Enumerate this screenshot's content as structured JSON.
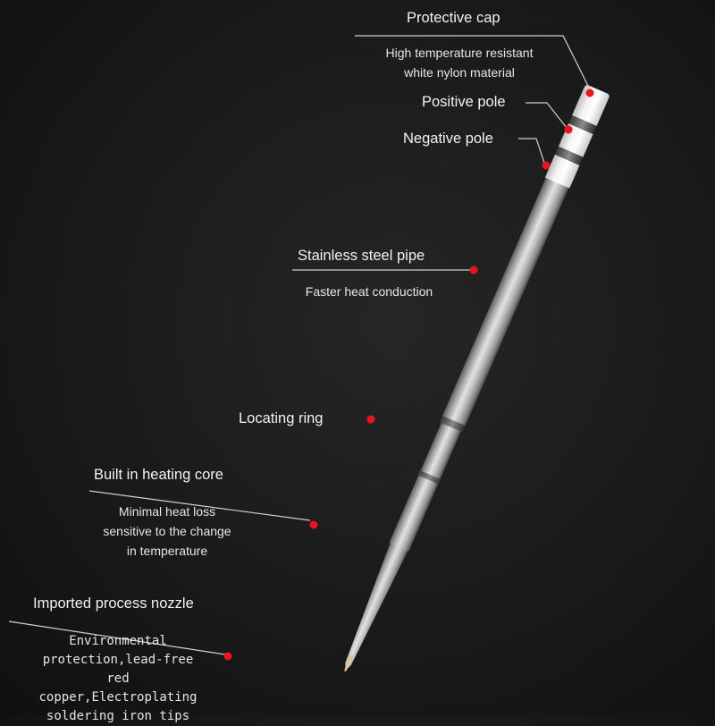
{
  "colors": {
    "background": "#1a1a1a",
    "marker": "#e8161c",
    "leader_line": "#cfcfcf",
    "cap": "#f4f4f4",
    "steel": "#c8c8c8"
  },
  "labels": {
    "protective_cap": {
      "title": "Protective cap",
      "desc": "High temperature resistant\nwhite nylon material"
    },
    "positive_pole": {
      "title": "Positive pole"
    },
    "negative_pole": {
      "title": "Negative pole"
    },
    "stainless_steel_pipe": {
      "title": "Stainless steel pipe",
      "desc": "Faster heat conduction"
    },
    "locating_ring": {
      "title": "Locating ring"
    },
    "heating_core": {
      "title": "Built in heating core",
      "desc": "Minimal heat loss\nsensitive to the change\nin temperature"
    },
    "nozzle": {
      "title": "Imported process nozzle",
      "desc": "Environmental\nprotection,lead-free\nred copper,Electroplating\nsoldering iron tips"
    }
  }
}
